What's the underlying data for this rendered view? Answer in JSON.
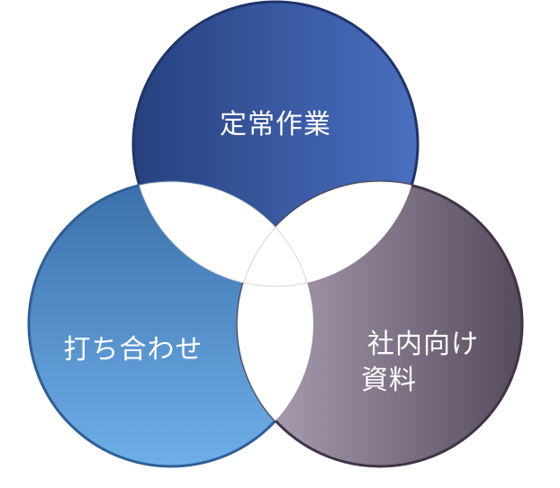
{
  "diagram": {
    "type": "venn",
    "circles": [
      {
        "id": "top",
        "label_lines": [
          "定常作業"
        ],
        "gradient": [
          "#2d4a8c",
          "#4569b8"
        ]
      },
      {
        "id": "left",
        "label_lines": [
          "打ち合わせ"
        ],
        "gradient": [
          "#3d77b4",
          "#6aa8e6"
        ]
      },
      {
        "id": "right",
        "label_lines": [
          "社内向け",
          "資料"
        ],
        "gradient": [
          "#a99bb0",
          "#5e5264"
        ]
      }
    ]
  }
}
